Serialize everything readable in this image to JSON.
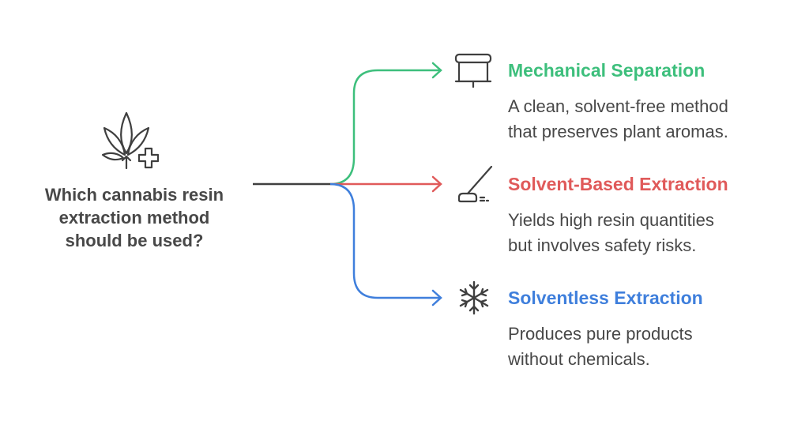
{
  "question": {
    "line1": "Which cannabis resin",
    "line2": "extraction method",
    "line3": "should be used?",
    "icon": "cannabis-medical-icon"
  },
  "colors": {
    "trunk": "#3f3f3f",
    "green": "#3dbf7c",
    "red": "#e05a5a",
    "blue": "#3f7fdc",
    "icon": "#3f3f3f"
  },
  "options": [
    {
      "title": "Mechanical Separation",
      "desc_line1": "A clean, solvent-free method",
      "desc_line2": "that preserves plant aromas.",
      "icon": "projector-screen-icon",
      "color": "#3dbf7c"
    },
    {
      "title": "Solvent-Based Extraction",
      "desc_line1": "Yields high resin quantities",
      "desc_line2": "but involves safety risks.",
      "icon": "mop-icon",
      "color": "#e05a5a"
    },
    {
      "title": "Solventless Extraction",
      "desc_line1": "Produces pure products",
      "desc_line2": "without chemicals.",
      "icon": "snowflake-icon",
      "color": "#3f7fdc"
    }
  ]
}
